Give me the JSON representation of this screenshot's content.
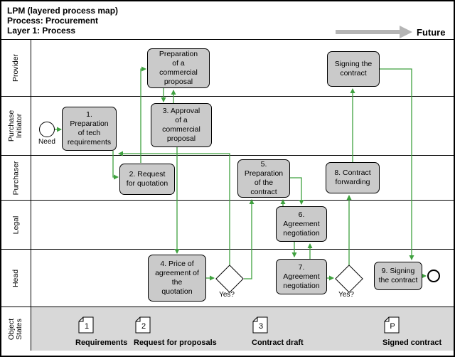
{
  "header": {
    "title": "LPM (layered process map)",
    "process": "Process: Procurement",
    "layer": "Layer 1: Process",
    "future_label": "Future"
  },
  "lanes": [
    {
      "label": "Provider"
    },
    {
      "label": "Purchase\nInitiator"
    },
    {
      "label": "Purchaser"
    },
    {
      "label": "Legal"
    },
    {
      "label": "Head"
    },
    {
      "label": "Object\nStates"
    }
  ],
  "nodes": {
    "start_label": "Need",
    "prep_proposal": "Preparation\nof a\ncommercial\nproposal",
    "sign_provider": "Signing the\ncontract",
    "step1": "1.\nPreparation\nof tech\nrequirements",
    "step2": "2. Request\nfor quotation",
    "step3": "3. Approval\nof a\ncommercial\nproposal",
    "step4": "4. Price of\nagreement of\nthe\nquotation",
    "step5": "5.\nPreparation\nof the\ncontract",
    "step6": "6.\nAgreement\nnegotiation",
    "step7": "7.\nAgreement\nnegotiation",
    "step8": "8. Contract\nforwarding",
    "step9": "9. Signing\nthe contract",
    "decision1": "Yes?",
    "decision2": "Yes?"
  },
  "object_states": {
    "items": [
      {
        "number": "1",
        "label": "Requirements"
      },
      {
        "number": "2",
        "label": "Request for proposals"
      },
      {
        "number": "3",
        "label": "Contract draft"
      },
      {
        "number": "P",
        "label": "Signed contract"
      }
    ]
  },
  "colors": {
    "flow-green": "#3fa13f",
    "box-gray": "#cacaca",
    "lane-gray": "#d8d8d8",
    "future-gray": "#b5b5b5"
  }
}
